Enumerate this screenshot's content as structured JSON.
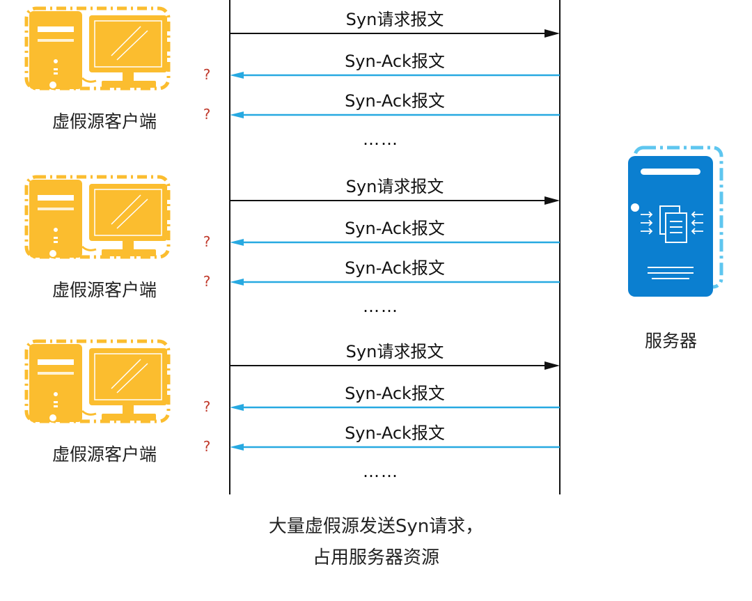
{
  "colors": {
    "client": "#fbbd2f",
    "server": "#0b7fd0",
    "server_dash": "#5ec6ef",
    "ack_arrow": "#27a9e1",
    "syn_arrow": "#111111",
    "question": "#c0392b"
  },
  "clients": [
    {
      "label": "虚假源客户端",
      "icon": "computer-icon"
    },
    {
      "label": "虚假源客户端",
      "icon": "computer-icon"
    },
    {
      "label": "虚假源客户端",
      "icon": "computer-icon"
    }
  ],
  "server": {
    "label": "服务器",
    "icon": "server-icon"
  },
  "message_groups": [
    {
      "syn": "Syn请求报文",
      "acks": [
        "Syn-Ack报文",
        "Syn-Ack报文"
      ],
      "ellipsis": "……",
      "question": "?"
    },
    {
      "syn": "Syn请求报文",
      "acks": [
        "Syn-Ack报文",
        "Syn-Ack报文"
      ],
      "ellipsis": "……",
      "question": "?"
    },
    {
      "syn": "Syn请求报文",
      "acks": [
        "Syn-Ack报文",
        "Syn-Ack报文"
      ],
      "ellipsis": "……",
      "question": "?"
    }
  ],
  "caption": {
    "line1": "大量虚假源发送Syn请求，",
    "line2": "占用服务器资源"
  }
}
